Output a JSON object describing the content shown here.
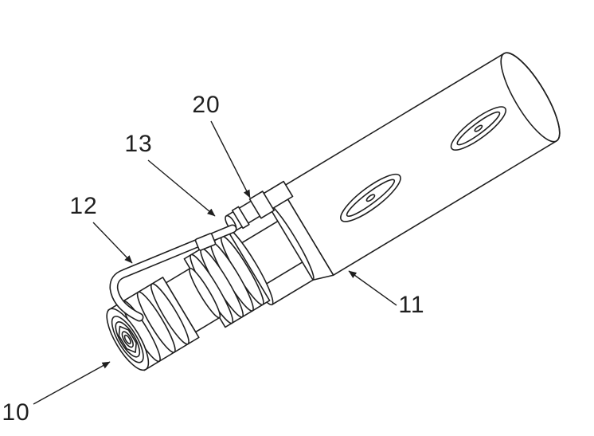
{
  "figure": {
    "background_color": "#ffffff",
    "line_color": "#1f1f1f",
    "labels": [
      {
        "id": "part-10",
        "text": "10"
      },
      {
        "id": "part-11",
        "text": "11"
      },
      {
        "id": "part-12",
        "text": "12"
      },
      {
        "id": "part-13",
        "text": "13"
      },
      {
        "id": "part-20",
        "text": "20"
      }
    ]
  }
}
